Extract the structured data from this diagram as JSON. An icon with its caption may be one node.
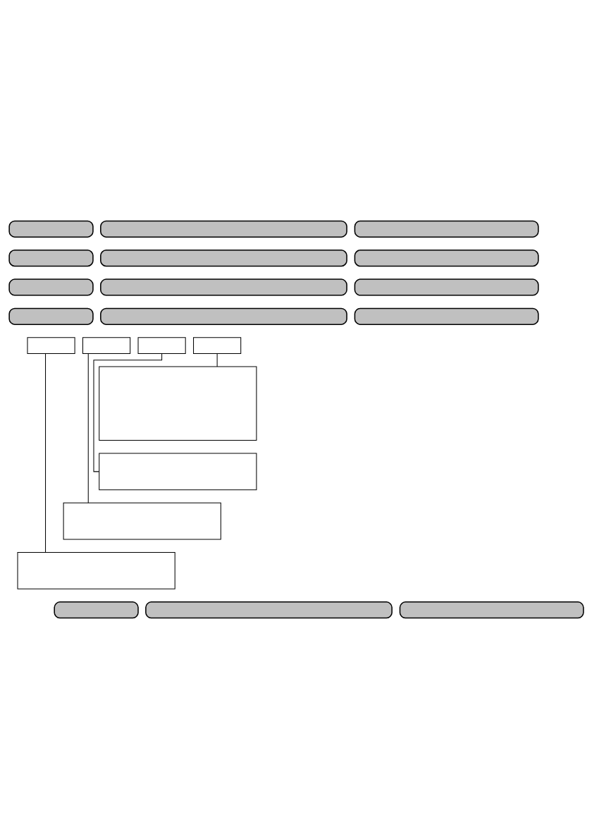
{
  "diagram": {
    "nodes": [
      {
        "text": [],
        "shape": "bar"
      },
      {
        "text": [],
        "shape": "bar"
      },
      {
        "text": [],
        "shape": "bar"
      },
      {
        "text": [],
        "shape": "bar"
      },
      {
        "text": [],
        "shape": "bar"
      },
      {
        "text": [],
        "shape": "bar"
      },
      {
        "text": [],
        "shape": "bar"
      },
      {
        "text": [],
        "shape": "bar"
      },
      {
        "text": [],
        "shape": "bar"
      },
      {
        "text": [],
        "shape": "bar"
      },
      {
        "text": [],
        "shape": "bar"
      },
      {
        "text": [],
        "shape": "bar"
      },
      {
        "text": [],
        "shape": "box"
      },
      {
        "text": [],
        "shape": "box"
      },
      {
        "text": [],
        "shape": "box"
      },
      {
        "text": [],
        "shape": "box"
      },
      {
        "text": [],
        "shape": "box"
      },
      {
        "text": [],
        "shape": "box"
      },
      {
        "text": [],
        "shape": "box"
      },
      {
        "text": [],
        "shape": "box"
      },
      {
        "text": [],
        "shape": "bar"
      },
      {
        "text": [],
        "shape": "bar"
      },
      {
        "text": [],
        "shape": "bar"
      }
    ],
    "edges": [
      {
        "from": 15,
        "to": 16,
        "arrow": "none"
      },
      {
        "from": 14,
        "to": 17,
        "arrow": "none"
      },
      {
        "from": 13,
        "to": 18,
        "arrow": "none"
      },
      {
        "from": 12,
        "to": 19,
        "arrow": "none"
      }
    ]
  }
}
